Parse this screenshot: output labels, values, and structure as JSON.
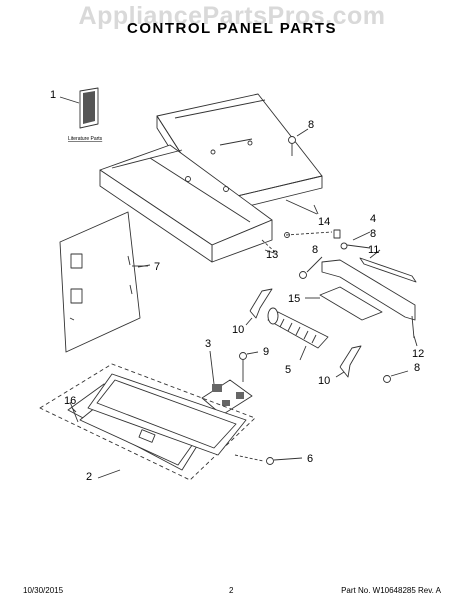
{
  "header": {
    "watermark": "AppliancePartsPros.com",
    "title": "CONTROL PANEL PARTS"
  },
  "literature_label": "Literature Parts",
  "callouts": [
    "1",
    "8",
    "14",
    "4",
    "8",
    "11",
    "13",
    "8",
    "7",
    "15",
    "10",
    "3",
    "9",
    "5",
    "12",
    "8",
    "10",
    "16",
    "6",
    "2"
  ],
  "footer": {
    "date": "10/30/2015",
    "page": "2",
    "part_info": "Part No. W10648285  Rev. A"
  },
  "colors": {
    "line": "#333333",
    "watermark": "#d9d9d9"
  }
}
